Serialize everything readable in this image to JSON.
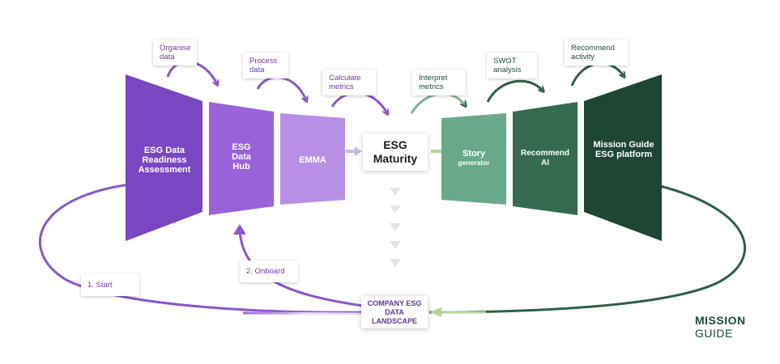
{
  "colors": {
    "purple_dark": "#7a46c2",
    "purple_mid": "#9a62d9",
    "purple_light": "#b98fe6",
    "green_light": "#6aa88b",
    "green_mid": "#356a50",
    "green_dark": "#1d4634",
    "arrow_purple": "#8b55cc",
    "arrow_green": "#2d5f47"
  },
  "segments": [
    {
      "label": "ESG Data Readiness Assessment"
    },
    {
      "label": "ESG Data Hub"
    },
    {
      "label": "EMMA"
    },
    {
      "label": "Story",
      "sublabel": "generator"
    },
    {
      "label": "Recommend AI"
    },
    {
      "label": "Mission Guide ESG platform"
    }
  ],
  "center": {
    "label": "ESG Maturity"
  },
  "process_labels": [
    {
      "text": "Organise data"
    },
    {
      "text": "Process data"
    },
    {
      "text": "Calculate metrics"
    },
    {
      "text": "Interpret metrics"
    },
    {
      "text": "SWOT analysis"
    },
    {
      "text": "Recommend activity"
    }
  ],
  "cycle": {
    "start": "1. Start",
    "onboard": "2. Onboard",
    "landscape": "COMPANY ESG DATA LANDSCAPE"
  },
  "logo": {
    "line1": "MISSION",
    "line2": "GUIDE"
  }
}
